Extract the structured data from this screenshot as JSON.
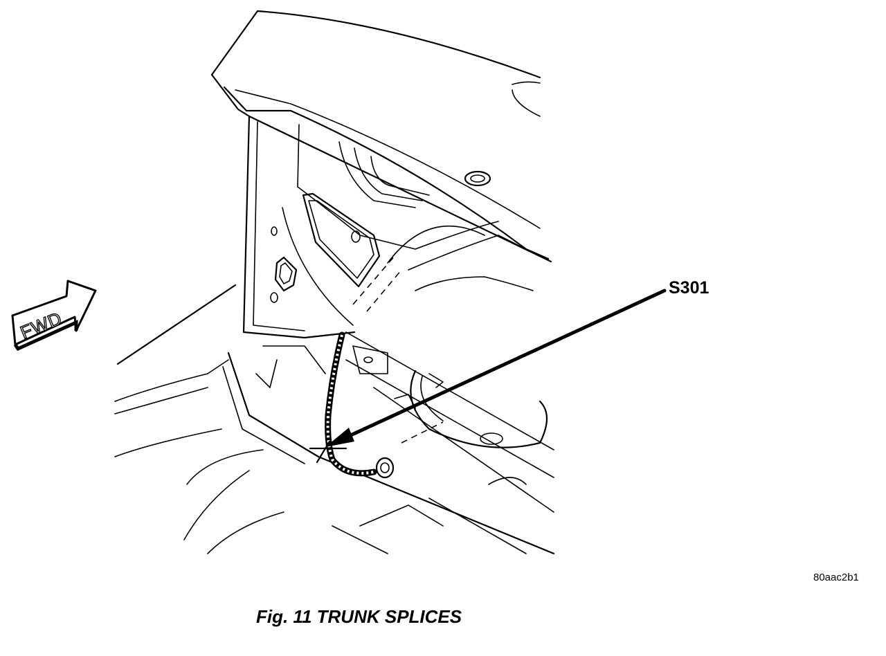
{
  "diagram": {
    "fwd_label": "FWD",
    "callout_label": "S301",
    "figure_code": "80aac2b1",
    "caption": "Fig. 11 TRUNK SPLICES"
  }
}
